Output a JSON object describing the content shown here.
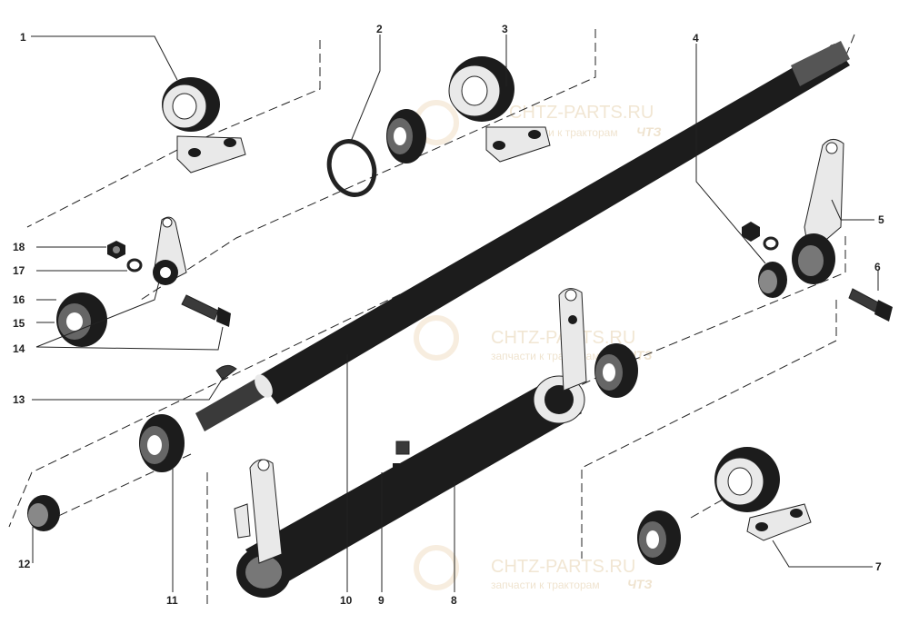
{
  "callouts": {
    "n1": "1",
    "n2": "2",
    "n3": "3",
    "n4": "4",
    "n5": "5",
    "n6": "6",
    "n7": "7",
    "n8": "8",
    "n9": "9",
    "n10": "10",
    "n11": "11",
    "n12": "12",
    "n13": "13",
    "n14": "14",
    "n15": "15",
    "n16": "16",
    "n17": "17",
    "n18": "18"
  },
  "watermark": {
    "site": "CHTZ-PARTS.RU",
    "tagline": "запчасти к тракторам",
    "logo": "ЧТЗ"
  },
  "colors": {
    "ink": "#1c1c1c",
    "watermark": "#e6d2b0",
    "paper": "#ffffff"
  }
}
